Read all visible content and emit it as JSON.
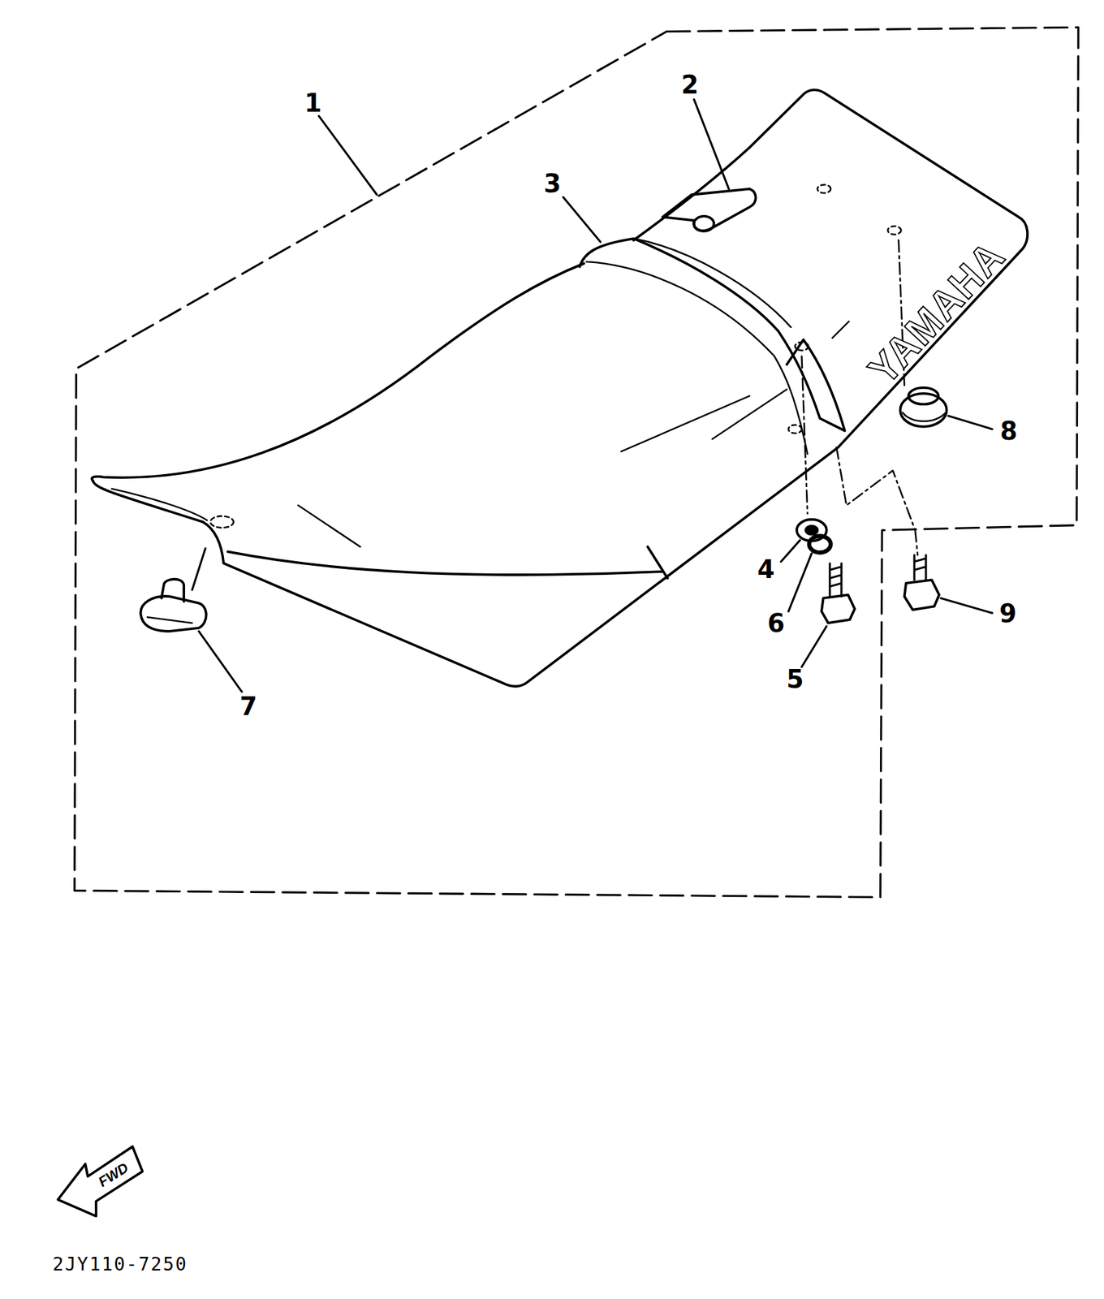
{
  "diagram": {
    "labels": [
      "1",
      "2",
      "3",
      "4",
      "5",
      "6",
      "7",
      "8",
      "9",
      "YAMAHA",
      "FWD",
      "2JY110-7250"
    ]
  }
}
